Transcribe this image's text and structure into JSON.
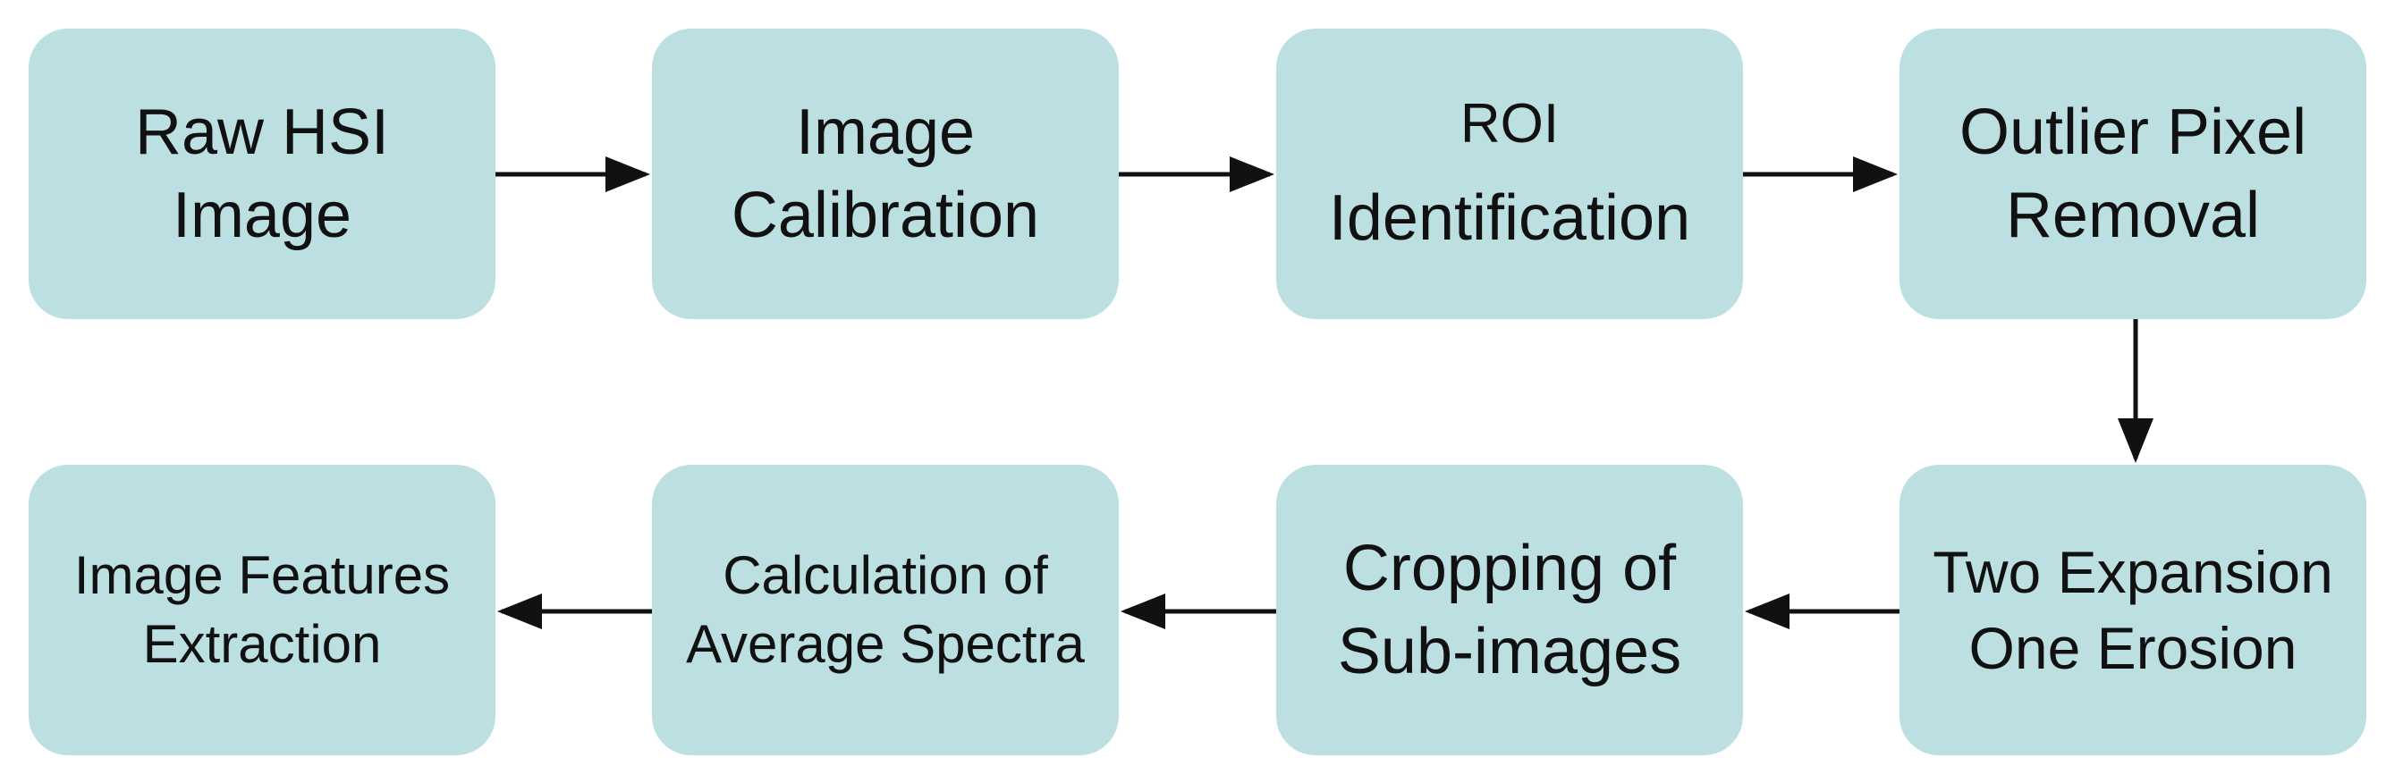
{
  "steps": {
    "raw_hsi_image": "Raw HSI\nImage",
    "image_calibration": "Image\nCalibration",
    "roi_line1": "ROI",
    "roi_line2": "Identification",
    "outlier_pixel_removal": "Outlier Pixel\nRemoval",
    "two_expansion_one_erosion": "Two Expansion\nOne Erosion",
    "cropping_of_sub_images": "Cropping of\nSub-images",
    "calculation_of_average_spectra": "Calculation of\nAverage Spectra",
    "image_features_extraction": "Image Features\nExtraction"
  },
  "colors": {
    "box_fill": "#bcdfe2",
    "arrow": "#111111",
    "text": "#111111"
  }
}
